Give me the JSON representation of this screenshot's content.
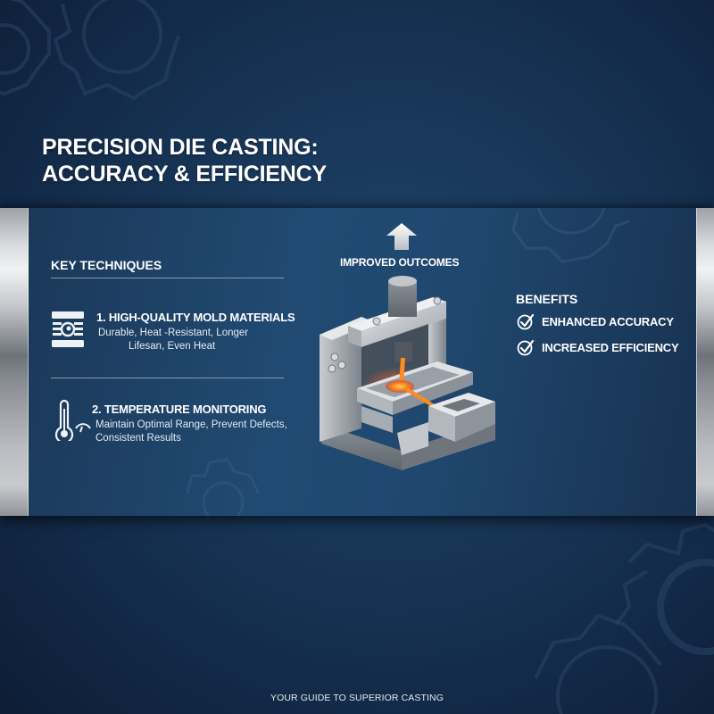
{
  "header": {
    "title_line1": "PRECISION DIE CASTING:",
    "title_line2": "ACCURACY & EFFICIENCY"
  },
  "key_techniques": {
    "heading": "KEY TECHNIQUES",
    "items": [
      {
        "icon": "mold-icon",
        "title": "1. HIGH-QUALITY MOLD MATERIALS",
        "desc_line1": "Durable, Heat -Resistant, Longer",
        "desc_line2": "Lifesan, Even Heat"
      },
      {
        "icon": "thermometer-gauge-icon",
        "title": "2. TEMPERATURE MONITORING",
        "desc_line1": "Maintain Optimal Range, Prevent Defects,",
        "desc_line2": "Consistent Results"
      }
    ]
  },
  "center": {
    "arrow_icon": "up-arrow-icon",
    "label": "IMPROVED OUTCOMES",
    "illustration": "die-casting-machine-illustration"
  },
  "benefits": {
    "heading": "BENEFITS",
    "items": [
      {
        "icon": "check-circle-icon",
        "label": "ENHANCED ACCURACY"
      },
      {
        "icon": "check-circle-icon",
        "label": "INCREASED EFFICIENCY"
      }
    ]
  },
  "footer": {
    "tagline": "YOUR GUIDE TO SUPERIOR CASTING"
  },
  "colors": {
    "background": "#14294a",
    "panel": "#20486f",
    "text": "#ffffff",
    "molten_metal": "#ff7a1a",
    "steel": "#b8bcc2"
  }
}
